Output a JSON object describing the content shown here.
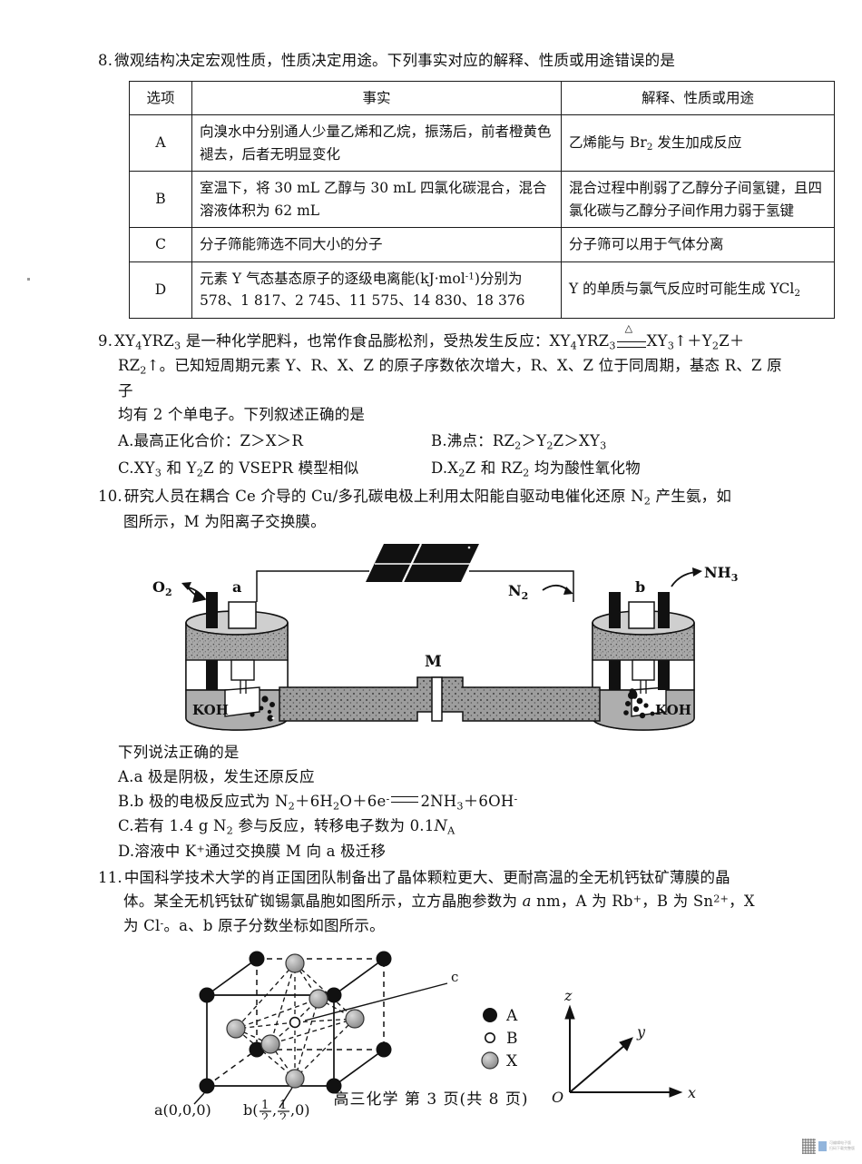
{
  "question8": {
    "number": "8.",
    "stem": "微观结构决定宏观性质，性质决定用途。下列事实对应的解释、性质或用途错误的是",
    "table": {
      "headers": [
        "选项",
        "事实",
        "解释、性质或用途"
      ],
      "rows": [
        {
          "option": "A",
          "fact": "向溴水中分别通人少量乙烯和乙烷，振荡后，前者橙黄色褪去，后者无明显变化",
          "explanation_html": "乙烯能与 Br<sub>2</sub> 发生加成反应"
        },
        {
          "option": "B",
          "fact": "室温下，将 30 mL 乙醇与 30 mL 四氯化碳混合，混合溶液体积为 62 mL",
          "explanation_html": "混合过程中削弱了乙醇分子间氢键，且四氯化碳与乙醇分子间作用力弱于氢键"
        },
        {
          "option": "C",
          "fact": "分子筛能筛选不同大小的分子",
          "explanation_html": "分子筛可以用于气体分离"
        },
        {
          "option": "D",
          "fact_html": "元素 Y 气态基态原子的逐级电离能(kJ·mol<sup>-1</sup>)分别为 578、1 817、2 745、11 575、14 830、18 376",
          "explanation_html": "Y 的单质与氯气反应时可能生成 YCl<sub>2</sub>"
        }
      ]
    }
  },
  "question9": {
    "number": "9.",
    "line1_a": "XY",
    "line1_html": "XY<sub>4</sub>YRZ<sub>3</sub> 是一种化学肥料，也常作食品膨松剂，受热发生反应：XY<sub>4</sub>YRZ<sub>3</sub>",
    "heat_symbol": "△",
    "line1_tail_html": "XY<sub>3</sub>↑＋Y<sub>2</sub>Z＋",
    "line2_html": "RZ<sub>2</sub>↑。已知短周期元素 Y、R、X、Z 的原子序数依次增大，R、X、Z 位于同周期，基态 R、Z 原子",
    "line3": "均有 2 个单电子。下列叙述正确的是",
    "options": [
      {
        "label": "A.",
        "text_html": "最高正化合价：Z＞X＞R"
      },
      {
        "label": "B.",
        "text_html": "沸点：RZ<sub>2</sub>＞Y<sub>2</sub>Z＞XY<sub>3</sub>"
      },
      {
        "label": "C.",
        "text_html": "XY<sub>3</sub> 和 Y<sub>2</sub>Z 的 VSEPR 模型相似"
      },
      {
        "label": "D.",
        "text_html": "X<sub>2</sub>Z 和 RZ<sub>2</sub> 均为酸性氧化物"
      }
    ]
  },
  "question10": {
    "number": "10.",
    "stem_line1_html": "研究人员在耦合 Ce 介导的 Cu/多孔碳电极上利用太阳能自驱动电催化还原 N<sub>2</sub> 产生氨，如",
    "stem_line2": "图所示，M 为阳离子交换膜。",
    "figure": {
      "label_o2_html": "O<sub>2</sub>",
      "label_a": "a",
      "label_n2_html": "N<sub>2</sub>",
      "label_b": "b",
      "label_nh3_html": "NH<sub>3</sub>",
      "label_m": "M",
      "label_koh_left": "KOH",
      "label_koh_right": "KOH"
    },
    "prompt": "下列说法正确的是",
    "options": [
      {
        "label": "A.",
        "text_html": "a 极是阴极，发生还原反应"
      },
      {
        "label": "B.",
        "text_html": "b 极的电极反应式为 N<sub>2</sub>＋6H<sub>2</sub>O＋6e<sup>-</sup>"
      },
      {
        "label": "B_tail",
        "text_html": "2NH<sub>3</sub>＋6OH<sup>-</sup>"
      },
      {
        "label": "C.",
        "text_html": "若有 1.4 g N<sub>2</sub> 参与反应，转移电子数为 0.1<i>N</i><sub>A</sub>"
      },
      {
        "label": "D.",
        "text_html": "溶液中 K<sup>+</sup>通过交换膜 M 向 a 极迁移"
      }
    ]
  },
  "question11": {
    "number": "11.",
    "line1": "中国科学技术大学的肖正国团队制备出了晶体颗粒更大、更耐高温的全无机钙钛矿薄膜的晶",
    "line2_html": "体。某全无机钙钛矿铷锡氯晶胞如图所示，立方晶胞参数为 <i>a</i> nm，A 为 Rb<sup>+</sup>，B 为 Sn<sup>2+</sup>，X",
    "line3_html": "为 Cl<sup>-</sup>。a、b 原子分数坐标如图所示。",
    "figure": {
      "axis_label_c": "c",
      "legend": [
        {
          "symbol": "filled-circle",
          "label": "A"
        },
        {
          "symbol": "open-circle",
          "label": "B"
        },
        {
          "symbol": "gray-circle",
          "label": "X"
        }
      ],
      "coord_a": "a(0,0,0)",
      "coord_b_prefix": "b(",
      "coord_b_frac1_num": "1",
      "coord_b_frac1_den": "2",
      "coord_b_frac2_num": "1",
      "coord_b_frac2_den": "2",
      "coord_b_suffix": ",0)",
      "axes": {
        "origin": "O",
        "x": "x",
        "y": "y",
        "z": "z"
      }
    }
  },
  "footer": {
    "text": "高三化学   第 3 页(共 8 页)"
  },
  "watermark": {
    "line1": "可编辑电子版",
    "line2": "扫码下载完整版"
  },
  "colors": {
    "ink": "#111111",
    "rule": "#1a1a1a",
    "fig_gray": "#9a9a9a",
    "fig_dark": "#1a1a1a"
  }
}
